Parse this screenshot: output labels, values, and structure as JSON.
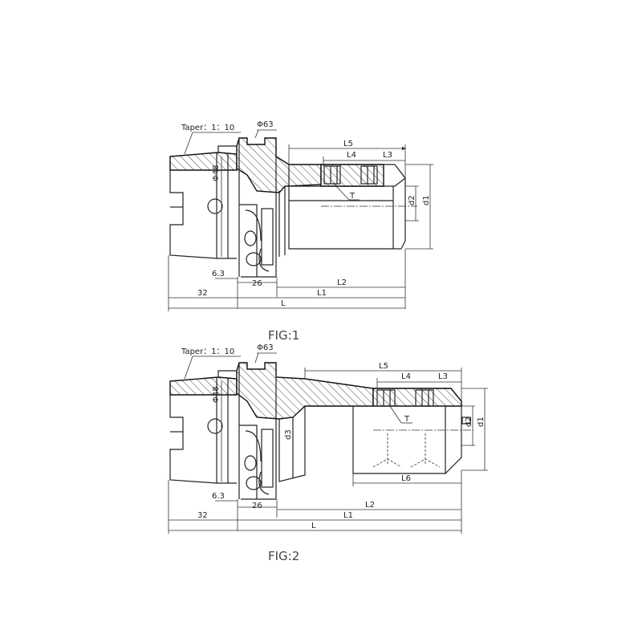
{
  "fig1": {
    "taper": "Taper：1：10",
    "phi63": "Φ63",
    "phi48": "Φ48",
    "L5": "L5",
    "L4": "L4",
    "L3": "L3",
    "T": "T",
    "d2": "d2",
    "d1": "d1",
    "d63": "6.3",
    "d26": "26",
    "L2": "L2",
    "d32": "32",
    "L1": "L1",
    "L": "L",
    "caption": "FIG:1"
  },
  "fig2": {
    "taper": "Taper：1：10",
    "phi63": "Φ63",
    "phi48": "Φ48",
    "L5": "L5",
    "L4": "L4",
    "L3": "L3",
    "T": "T",
    "d2": "d2",
    "d1": "d1",
    "d3": "d3",
    "L6": "L6",
    "d63": "6.3",
    "d26": "26",
    "L2": "L2",
    "d32": "32",
    "L1": "L1",
    "L": "L",
    "caption": "FIG:2"
  }
}
